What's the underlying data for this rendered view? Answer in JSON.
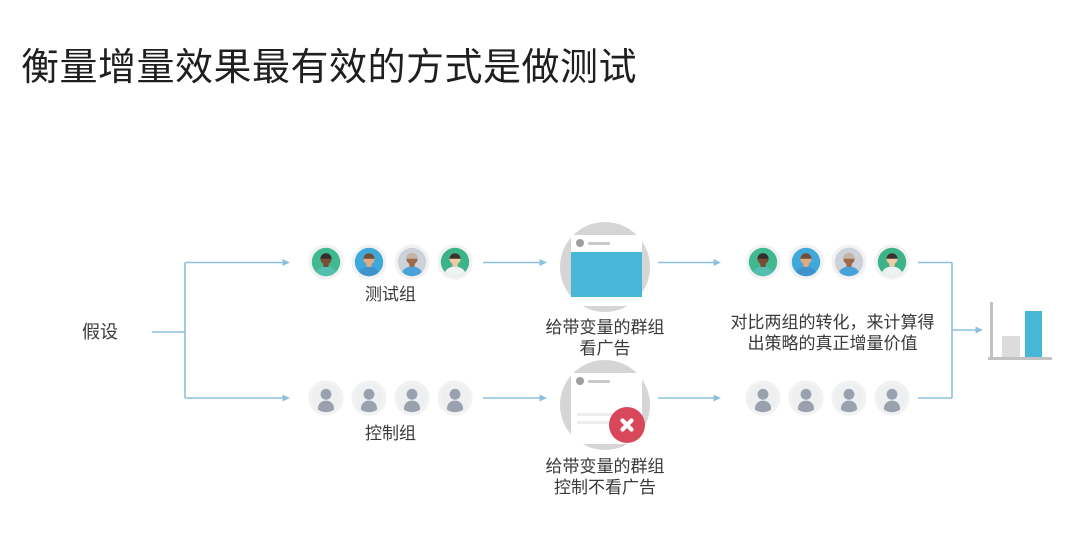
{
  "title": "衡量增量效果最有效的方式是做测试",
  "colors": {
    "line": "#8cc0dd",
    "accent_blue": "#47b7d8",
    "icon_circle_gray": "#d5d5d5",
    "error_red": "#d9485a",
    "text_body": "#3a3a3a",
    "avatar_ring": "#f2f2f3",
    "chart_axis": "#c2c2c2",
    "chart_bar_gray": "#dcdcdc"
  },
  "flow": {
    "hypothesis_label": "假设",
    "test_group_label": "测试组",
    "control_group_label": "控制组",
    "ad_step_line1": "给带变量的群组",
    "ad_step_line2": "看广告",
    "noad_step_line1": "给带变量的群组",
    "noad_step_line2": "控制不看广告",
    "compare_line1": "对比两组的转化，来计算得",
    "compare_line2": "出策略的真正增量价值"
  },
  "icons": {
    "ad_post": "ad-post-card-icon",
    "ad_blocked": "ad-post-blocked-icon",
    "blocked_badge": "x-circle-icon",
    "result": "bar-chart-icon",
    "member": "person-avatar-icon"
  },
  "avatars": {
    "test_members": [
      {
        "bg": "#41b990",
        "skin": "#7b4b33",
        "hair": "#33302c",
        "shirt": "#54bfae"
      },
      {
        "bg": "#3fa9dc",
        "skin": "#e3a983",
        "hair": "#6e4f38",
        "shirt": "#3e93cc"
      },
      {
        "bg": "#ccd2d8",
        "skin": "#9c6a4a",
        "hair": "#c3b4a4",
        "shirt": "#4aa3d8"
      },
      {
        "bg": "#3db389",
        "skin": "#f0c9a5",
        "hair": "#3a322e",
        "shirt": "#eef2f0"
      }
    ],
    "control_member": {
      "bg": "#edeff1",
      "silhouette": "#98a1ad"
    }
  }
}
